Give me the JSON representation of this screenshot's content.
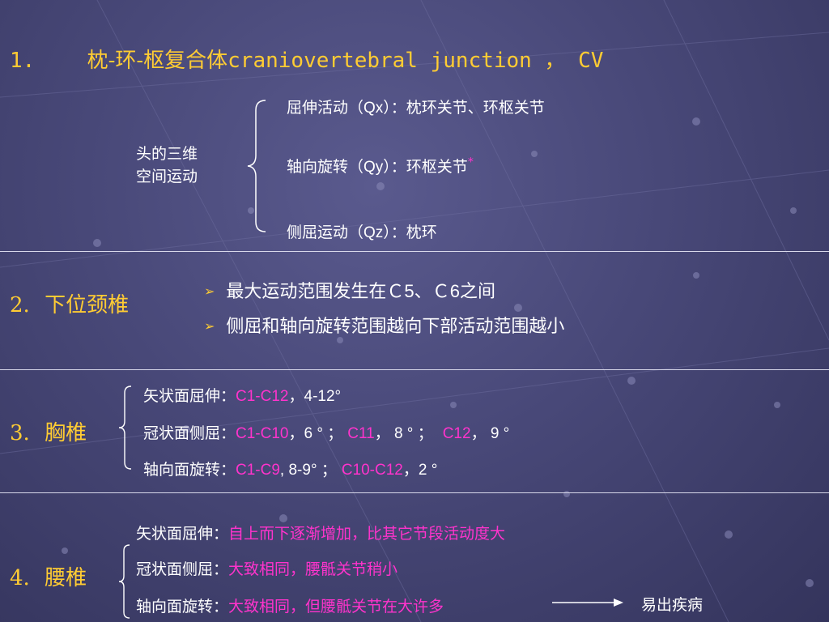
{
  "sections": [
    {
      "number": "1.",
      "title_cn": "枕-环-枢复合体",
      "title_en": "craniovertebral junction ， CV",
      "group_label_line1": "头的三维",
      "group_label_line2": "空间运动",
      "items": [
        {
          "pre": "屈伸活动（",
          "code": "Qx",
          "post": "）：枕环关节、环枢关节"
        },
        {
          "pre": "轴向旋转（",
          "code": "Qy",
          "post": "）：环枢关节",
          "mark": "*"
        },
        {
          "pre": "侧屈运动（",
          "code": "Qz",
          "post": "）：枕环"
        }
      ]
    },
    {
      "number": "2.",
      "title": "下位颈椎",
      "bullets": [
        {
          "text_a": "最大运动范围发生在",
          "c5": "Ｃ5",
          "sep": "、",
          "c6": "Ｃ6",
          "text_b": "之间"
        },
        {
          "text": "侧屈和轴向旋转范围越向下部活动范围越小"
        }
      ]
    },
    {
      "number": "3.",
      "title": "胸椎",
      "items": [
        {
          "label": "矢状面屈伸：",
          "seg1": "C1-C12",
          "val1": "，4-12°"
        },
        {
          "label": "冠状面侧屈：",
          "seg1": "C1-C10",
          "val1": "，6 ° ；",
          "seg2": "C11",
          "val2": "， 8 ° ；",
          "seg3": "C12",
          "val3": "， 9 °"
        },
        {
          "label": "轴向面旋转：",
          "seg1": "C1-C9",
          "val1": ", 8-9° ；",
          "seg2": "C10-C12",
          "val2": "，2 °"
        }
      ]
    },
    {
      "number": "4.",
      "title": "腰椎",
      "items": [
        {
          "label": "矢状面屈伸：",
          "value": "自上而下逐渐增加，比其它节段活动度大"
        },
        {
          "label": "冠状面侧屈：",
          "value": "大致相同，腰骶关节稍小"
        },
        {
          "label": "轴向面旋转：",
          "value": "大致相同，但腰骶关节在大许多"
        }
      ],
      "arrow_note": "易出疾病"
    }
  ],
  "colors": {
    "title": "#ffcc33",
    "highlight": "#ff33cc",
    "text": "#ffffff"
  }
}
